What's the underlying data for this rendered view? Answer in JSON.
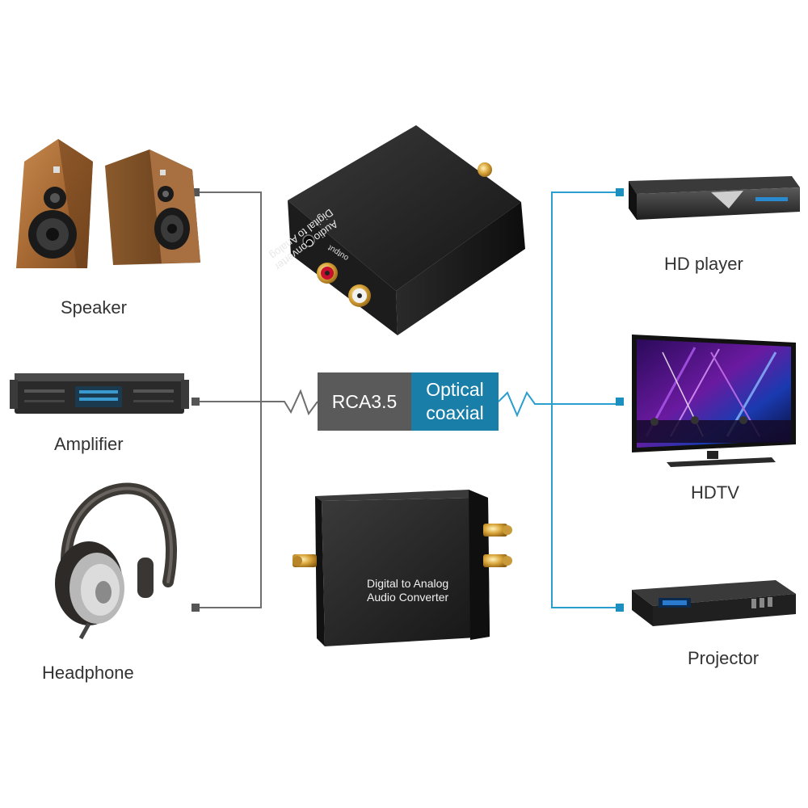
{
  "left_devices": [
    {
      "key": "speaker",
      "label": "Speaker"
    },
    {
      "key": "amplifier",
      "label": "Amplifier"
    },
    {
      "key": "headphone",
      "label": "Headphone"
    }
  ],
  "right_devices": [
    {
      "key": "hd_player",
      "label": "HD  player"
    },
    {
      "key": "hdtv",
      "label": "HDTV"
    },
    {
      "key": "projector",
      "label": "Projector"
    }
  ],
  "center_badge": {
    "left_text": "RCA3.5",
    "right_line1": "Optical",
    "right_line2": "coaxial"
  },
  "converter_top": {
    "label_line1": "Digital to Analog",
    "label_line2": "Audio Converter",
    "port_label": "output"
  },
  "converter_bottom": {
    "label_line1": "Digital to Analog",
    "label_line2": "Audio Converter"
  },
  "colors": {
    "analog_line": "#6e6e6e",
    "digital_line": "#2a9fcf",
    "badge_gray": "#5a5a5a",
    "badge_blue": "#1a7fa8"
  }
}
